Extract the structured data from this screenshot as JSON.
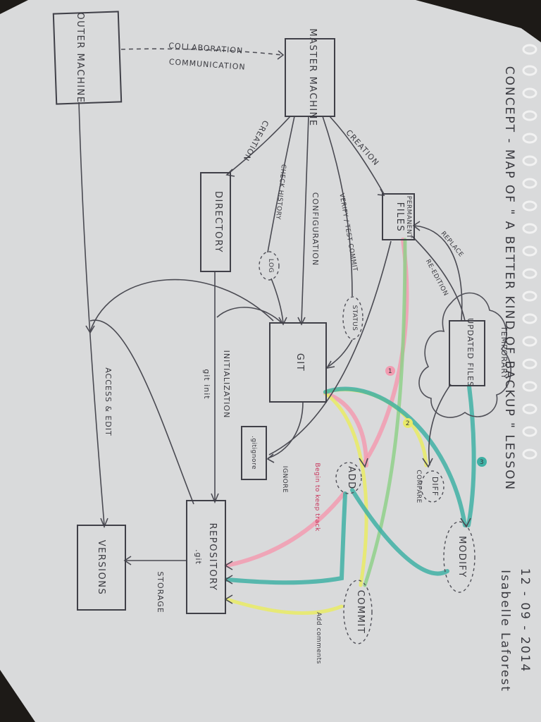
{
  "colors": {
    "paper": "#d9dadb",
    "ink": "#3a3a40",
    "highlight_pink": "#f29bb0",
    "highlight_yellow": "#e8ea6a",
    "highlight_teal": "#3fb0a4",
    "highlight_green": "#8fd08a",
    "pink_ink": "#c8335a"
  },
  "header": {
    "title": "CONCEPT - MAP OF \" A BETTER KIND OF BACKUP \" LESSON",
    "date": "12 - 09 - 2014",
    "author": "Isabelle Laforest"
  },
  "nodes": {
    "outer_machine": "OUTER MACHINE",
    "master_machine": "MASTER MACHINE",
    "directory": "DIRECTORY",
    "permanent_files_caption": "PERMANENT",
    "permanent_files": "FILES",
    "temporary_caption": "TEMPORARY",
    "updated_files": "UPDATED FILES",
    "git": "GIT",
    "log": "LOG",
    "status": "STATUS",
    "gitignore": ".gitignore",
    "add": "ADD",
    "diff": "DIFF",
    "modify": "MODIFY",
    "commit": "COMMIT",
    "repository": "REPOSITORY",
    "repository_sub": ".git",
    "versions": "VERSIONS"
  },
  "edges": {
    "collaboration": "COLLABORATION",
    "communication": "COMMUNICATION",
    "creation_left": "CREATION",
    "creation_right": "CREATION",
    "check_history": "CHECK HISTORY",
    "configuration": "CONFIGURATION",
    "verify": "VERIFY / TEST COMMIT",
    "replace": "REPLACE",
    "re_edition": "RE-EDITION",
    "initialization": "INITIALIZATION",
    "git_init": "git init",
    "ignore": "IGNORE",
    "compare": "COMPARE",
    "access_edit": "ACCESS & EDIT",
    "storage": "STORAGE",
    "add_comments": "Add comments",
    "track_note": "Begin to keep track",
    "step1": "1",
    "step2": "2",
    "step3": "3"
  }
}
